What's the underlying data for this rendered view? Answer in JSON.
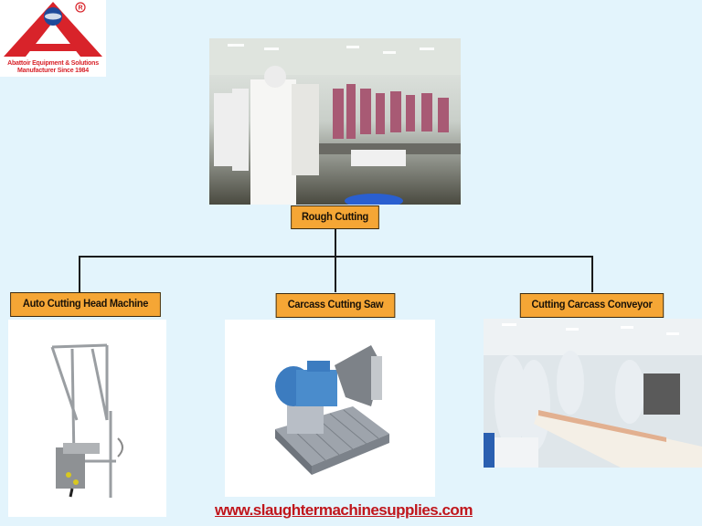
{
  "logo": {
    "brand_mark": "A",
    "registered": "®",
    "tagline_1": "Abattoir Equipment & Solutions",
    "tagline_2": "Manufacturer Since 1984",
    "colors": {
      "red": "#d8232a",
      "blue": "#1f4a9a"
    }
  },
  "diagram": {
    "root": {
      "label": "Rough Cutting",
      "image": "meat-processing-line-photo"
    },
    "children": [
      {
        "label": "Auto Cutting Head Machine",
        "image": "auto-cutting-head-machine-photo"
      },
      {
        "label": "Carcass Cutting Saw",
        "image": "carcass-cutting-saw-photo"
      },
      {
        "label": "Cutting Carcass Conveyor",
        "image": "cutting-conveyor-photo"
      }
    ],
    "colors": {
      "box_fill": "#f5a635",
      "box_border": "#3a2a10",
      "connector": "#1a1a1a",
      "background": "#e3f4fc"
    }
  },
  "footer": {
    "url": "www.slaughtermachinesupplies.com",
    "color": "#c0161c"
  }
}
